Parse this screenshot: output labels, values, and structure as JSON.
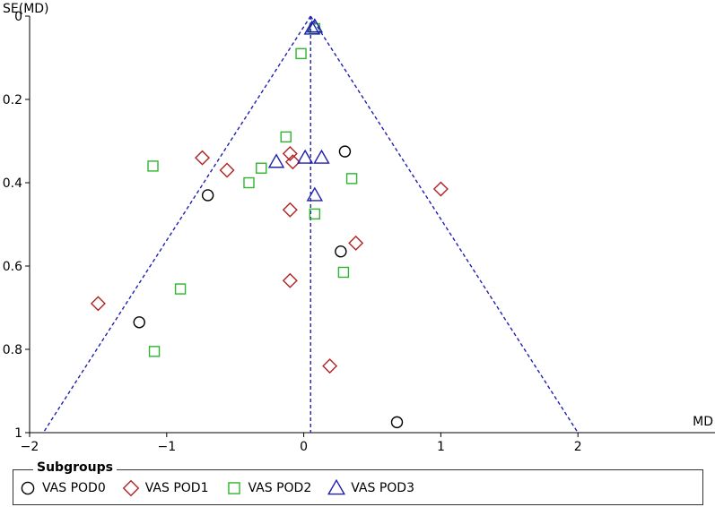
{
  "chart_data": {
    "type": "scatter",
    "subtype": "funnel",
    "title": "",
    "xlabel": "MD",
    "ylabel": "SE(MD)",
    "xlim": [
      -2.0,
      3.0
    ],
    "ylim": [
      0,
      1
    ],
    "y_inverted": true,
    "x_ticks": [
      "-2",
      "-1",
      "0",
      "1",
      "2"
    ],
    "y_ticks": [
      "0",
      "0.2",
      "0.4",
      "0.6",
      "0.8",
      "1"
    ],
    "pooled_estimate": 0.05,
    "funnel_limits": {
      "left_bottom": -1.9,
      "right_bottom": 2.0,
      "apex": 0.05
    },
    "legend": {
      "title": "Subgroups",
      "placement": "bottom"
    },
    "series": [
      {
        "name": "VAS POD0",
        "marker": "circle",
        "color": "#000000",
        "points": [
          {
            "x": 0.3,
            "y": 0.325
          },
          {
            "x": -0.7,
            "y": 0.43
          },
          {
            "x": 0.27,
            "y": 0.565
          },
          {
            "x": -1.2,
            "y": 0.735
          },
          {
            "x": 0.68,
            "y": 0.975
          }
        ]
      },
      {
        "name": "VAS POD1",
        "marker": "diamond",
        "color": "#b22222",
        "points": [
          {
            "x": -0.1,
            "y": 0.33
          },
          {
            "x": -0.08,
            "y": 0.35
          },
          {
            "x": -0.74,
            "y": 0.34
          },
          {
            "x": -0.56,
            "y": 0.37
          },
          {
            "x": 1.0,
            "y": 0.415
          },
          {
            "x": -0.1,
            "y": 0.465
          },
          {
            "x": 0.38,
            "y": 0.545
          },
          {
            "x": -0.1,
            "y": 0.635
          },
          {
            "x": -1.5,
            "y": 0.69
          },
          {
            "x": 0.19,
            "y": 0.84
          }
        ]
      },
      {
        "name": "VAS POD2",
        "marker": "square",
        "color": "#2db52d",
        "points": [
          {
            "x": 0.08,
            "y": 0.03
          },
          {
            "x": -0.02,
            "y": 0.09
          },
          {
            "x": -0.13,
            "y": 0.29
          },
          {
            "x": -1.1,
            "y": 0.36
          },
          {
            "x": -0.31,
            "y": 0.365
          },
          {
            "x": -0.4,
            "y": 0.4
          },
          {
            "x": 0.35,
            "y": 0.39
          },
          {
            "x": 0.08,
            "y": 0.475
          },
          {
            "x": 0.29,
            "y": 0.615
          },
          {
            "x": -0.9,
            "y": 0.655
          },
          {
            "x": -1.09,
            "y": 0.805
          }
        ]
      },
      {
        "name": "VAS POD3",
        "marker": "triangle",
        "color": "#1f1fb0",
        "points": [
          {
            "x": 0.06,
            "y": 0.03
          },
          {
            "x": 0.08,
            "y": 0.025
          },
          {
            "x": -0.2,
            "y": 0.35
          },
          {
            "x": 0.01,
            "y": 0.34
          },
          {
            "x": 0.13,
            "y": 0.34
          },
          {
            "x": 0.08,
            "y": 0.43
          }
        ]
      }
    ]
  }
}
